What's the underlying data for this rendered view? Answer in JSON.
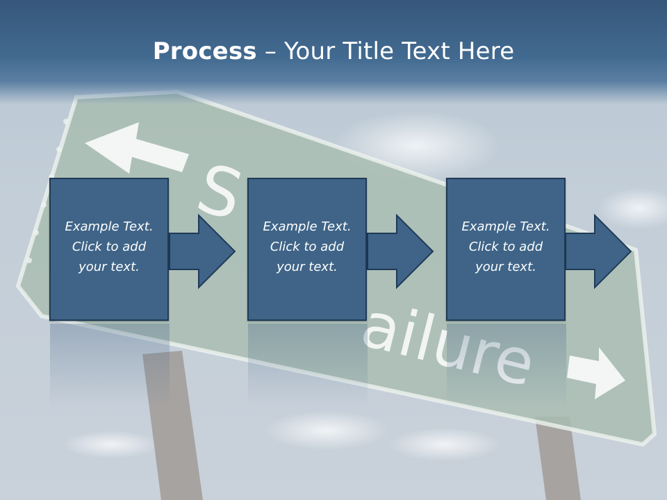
{
  "slide": {
    "title_bold": "Process",
    "title_rest": " – Your Title Text Here"
  },
  "steps": [
    {
      "line1": "Example Text.",
      "line2": "Click  to add",
      "line3": "your text."
    },
    {
      "line1": "Example Text.",
      "line2": "Click  to add",
      "line3": "your text."
    },
    {
      "line1": "Example Text.",
      "line2": "Click  to add",
      "line3": "your text."
    }
  ],
  "colors": {
    "title_band": "#3a5d82",
    "box_fill": "#3f6487",
    "box_border": "#1f3a57",
    "sign_green": "#a8bcb0"
  },
  "background": {
    "sign_text_1": "S",
    "sign_text_2": "ailure"
  }
}
